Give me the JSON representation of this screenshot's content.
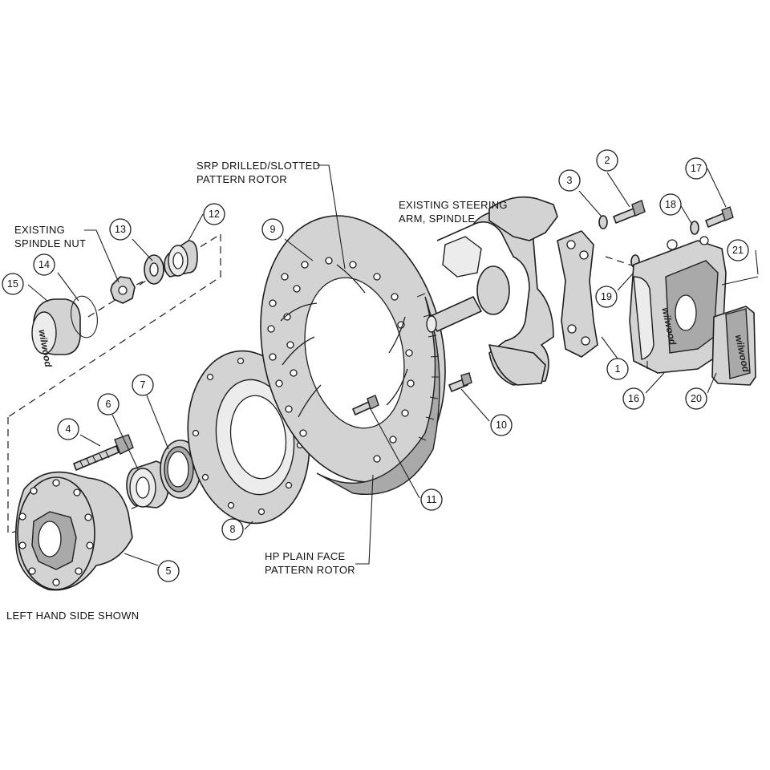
{
  "labels": {
    "srp_rotor_line1": "SRP DRILLED/SLOTTED",
    "srp_rotor_line2": "PATTERN ROTOR",
    "steering_line1": "EXISTING STEERING",
    "steering_line2": "ARM, SPINDLE",
    "spindle_nut_line1": "EXISTING",
    "spindle_nut_line2": "SPINDLE NUT",
    "hp_rotor_line1": "HP PLAIN FACE",
    "hp_rotor_line2": "PATTERN ROTOR",
    "side_note": "LEFT HAND SIDE SHOWN"
  },
  "brand_marks": {
    "caliper": "wilwood",
    "pads": "wilwood",
    "dust_cap": "wilwood"
  },
  "callouts": [
    {
      "id": "c1",
      "text": "1"
    },
    {
      "id": "c2",
      "text": "2"
    },
    {
      "id": "c3",
      "text": "3"
    },
    {
      "id": "c4",
      "text": "4"
    },
    {
      "id": "c5",
      "text": "5"
    },
    {
      "id": "c6",
      "text": "6"
    },
    {
      "id": "c7",
      "text": "7"
    },
    {
      "id": "c8",
      "text": "8"
    },
    {
      "id": "c9",
      "text": "9"
    },
    {
      "id": "c10",
      "text": "10"
    },
    {
      "id": "c11",
      "text": "11"
    },
    {
      "id": "c12",
      "text": "12"
    },
    {
      "id": "c13",
      "text": "13"
    },
    {
      "id": "c14",
      "text": "14"
    },
    {
      "id": "c15",
      "text": "15"
    },
    {
      "id": "c16",
      "text": "16"
    },
    {
      "id": "c17",
      "text": "17"
    },
    {
      "id": "c18",
      "text": "18"
    },
    {
      "id": "c19",
      "text": "19"
    },
    {
      "id": "c20",
      "text": "20"
    },
    {
      "id": "c21",
      "text": "21"
    }
  ]
}
